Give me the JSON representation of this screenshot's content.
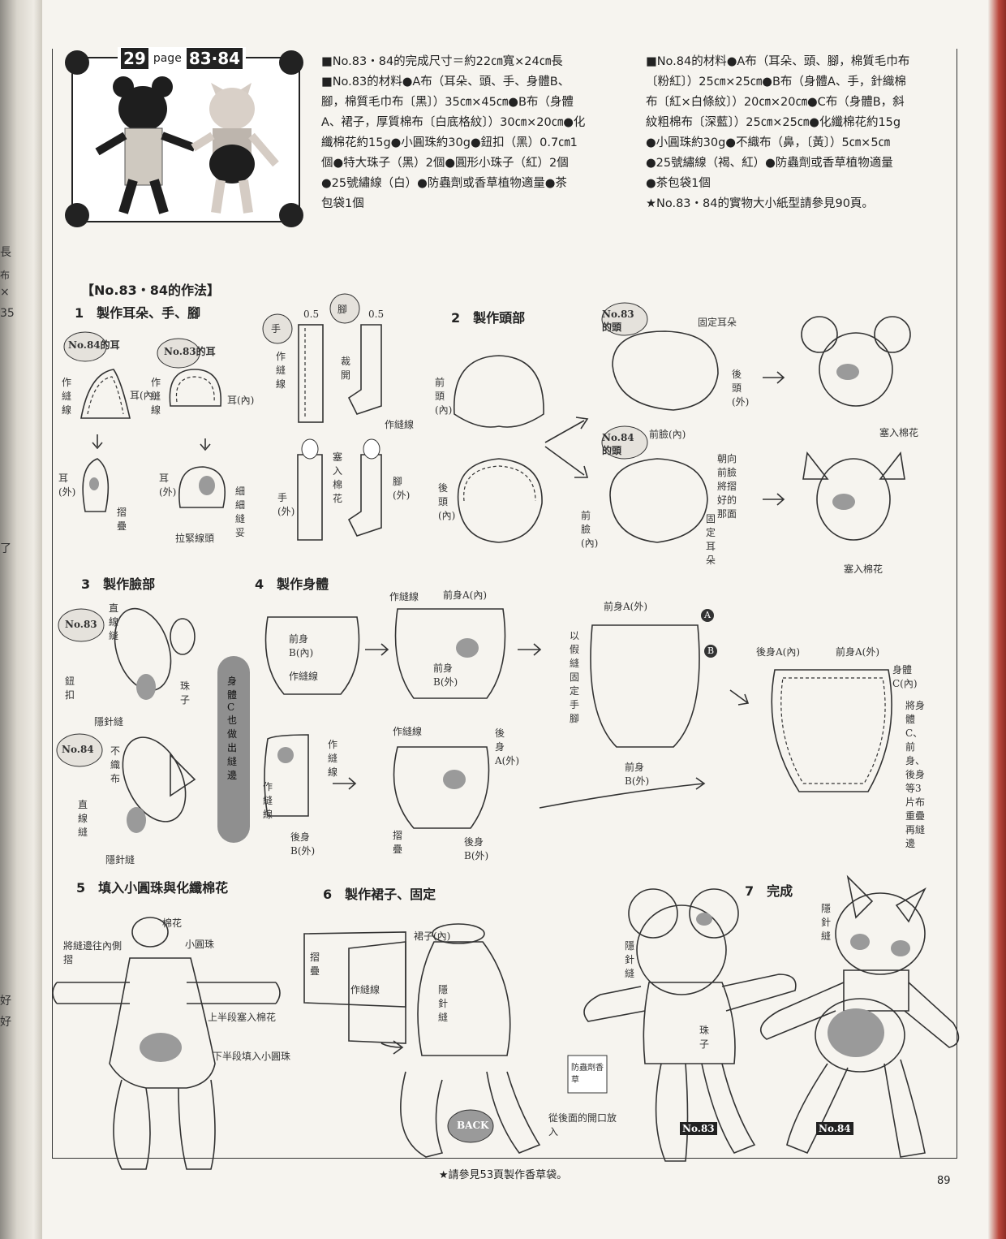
{
  "badge": {
    "number": "29",
    "page_label": "page",
    "pages": "83·84"
  },
  "materials_left": [
    "■No.83・84的完成尺寸＝約22㎝寬×24㎝長",
    "■No.83的材料●A布（耳朵、頭、手、身體B、",
    "腳，棉質毛巾布〔黑〕）35㎝×45㎝●B布（身體",
    "A、裙子，厚質棉布〔白底格紋〕）30㎝×20㎝●化",
    "纖棉花約15g●小圓珠約30g●鈕扣（黑）0.7㎝1",
    "個●特大珠子（黑）2個●圓形小珠子（紅）2個",
    "●25號繡線（白）●防蟲劑或香草植物適量●茶",
    "包袋1個"
  ],
  "materials_right": [
    "■No.84的材料●A布（耳朵、頭、腳，棉質毛巾布",
    "〔粉紅〕）25㎝×25㎝●B布（身體A、手，針織棉",
    "布〔紅×白條紋〕）20㎝×20㎝●C布（身體B，斜",
    "紋粗棉布〔深藍〕）25㎝×25㎝●化纖棉花約15g",
    "●小圓珠約30g●不織布（鼻，〔黃〕）5㎝×5㎝",
    "●25號繡線（褐、紅）●防蟲劑或香草植物適量",
    "●茶包袋1個",
    "★No.83・84的實物大小紙型請參見90頁。"
  ],
  "method_title": "【No.83・84的作法】",
  "steps": {
    "s1": "1　製作耳朵、手、腳",
    "s2": "2　製作頭部",
    "s3": "3　製作臉部",
    "s4": "4　製作身體",
    "s5": "5　填入小圓珠與化纖棉花",
    "s6": "6　製作裙子、固定",
    "s7": "7　完成"
  },
  "labels": {
    "no84_ear": "No.84的耳",
    "no83_ear": "No.83的耳",
    "hand": "手",
    "foot": "腳",
    "no83_head": "No.83的頭",
    "no84_head": "No.84的頭",
    "no83": "No.83",
    "no84": "No.84",
    "sew_line": "作縫線",
    "ear_in": "耳(內)",
    "ear_out": "耳(外)",
    "fold": "摺疊",
    "tie_thread": "拉緊線頭",
    "fine_seam": "細細縫妥",
    "cut": "裁開",
    "stuff_cotton": "塞入棉花",
    "hand_out": "手(外)",
    "foot_out": "腳(外)",
    "front_head": "前頭(內)",
    "back_head": "後頭(內)",
    "fix_ear": "固定耳朵",
    "back_head_out": "後頭(外)",
    "front_face_in": "前臉(內)",
    "fold_to_front": "朝向前臉將摺好的那面",
    "fix_ear2": "固定耳朵",
    "straight_stitch": "直線縫",
    "button": "鈕扣",
    "bead": "珠子",
    "blind_stitch": "隱針縫",
    "felt": "不織布",
    "body_c_note": "身體C也做出縫邊",
    "front_b_in": "前身B(內)",
    "front_b_out": "前身B(外)",
    "front_a_in": "前身A(內)",
    "front_a_out": "前身A(外)",
    "back_a_out": "後身A(外)",
    "back_a_in": "後身A(內)",
    "back_b_in": "後身B(外)",
    "back_b_out": "後身B(外)",
    "basting": "以假縫固定手腳",
    "body_c_in": "身體C(內)",
    "three_layers": "將身體C、前身、後身等3片布重疊再縫邊",
    "cotton": "棉花",
    "small_beads": "小圓珠",
    "fold_seam_in": "將縫邊往內側摺",
    "upper_cotton": "上半段塞入棉花",
    "lower_beads": "下半段填入小圓珠",
    "skirt_in": "裙子(內)",
    "insert_back": "從後面的開口放入",
    "repellent": "防蟲劑香草",
    "circle_a": "A",
    "circle_b": "B",
    "back_btn": "BACK",
    "dim_05": "0.5"
  },
  "footnote": "★請參見53頁製作香草袋。",
  "page_number": "89",
  "prev_page_chars": [
    "長",
    "布",
    "×",
    "35",
    "了",
    "好",
    "好"
  ]
}
